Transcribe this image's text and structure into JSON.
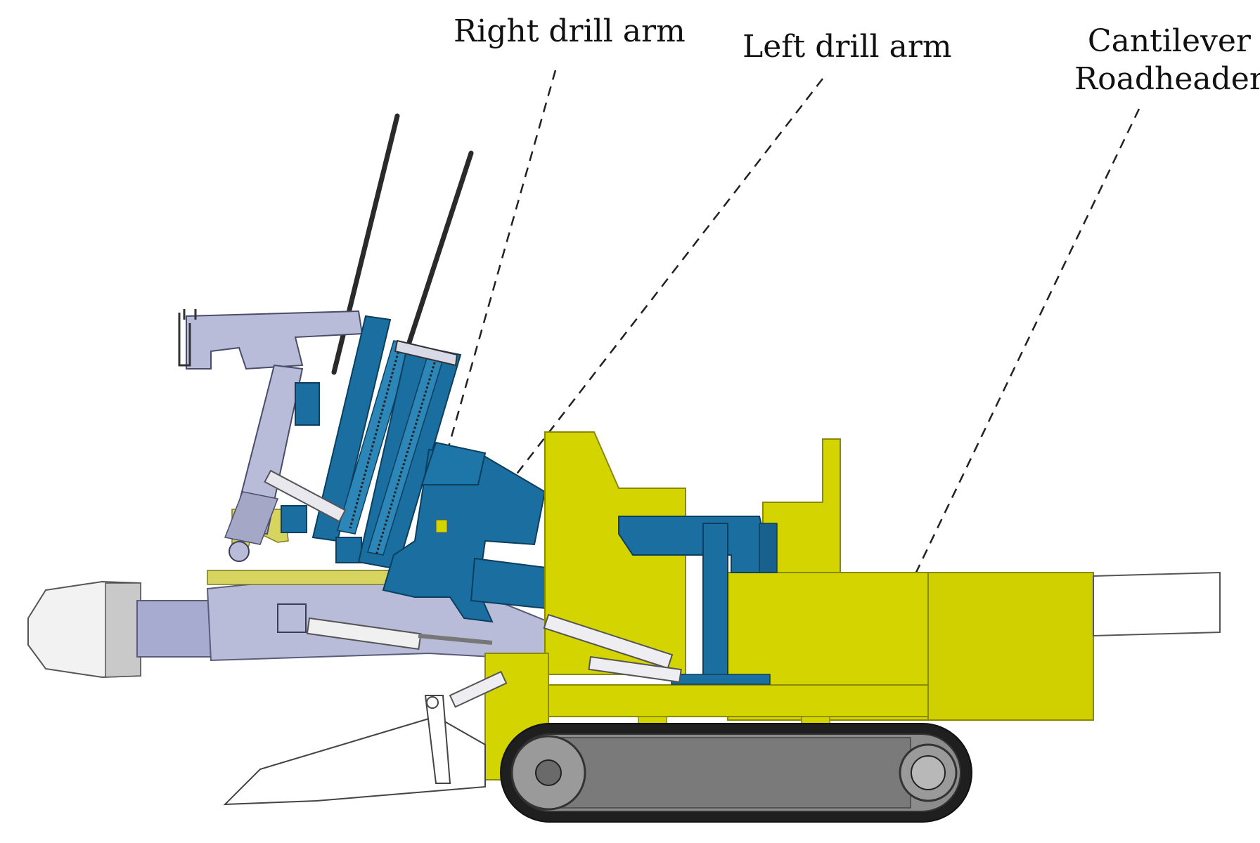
{
  "labels": {
    "right_drill_arm": "Right drill arm",
    "left_drill_arm": "Left drill arm",
    "cantilever_line1": "Cantilever",
    "cantilever_line2": "Roadheader"
  },
  "colors": {
    "yellow_body": "#d4d400",
    "yellow_edge": "#8a8a00",
    "blue_arm": "#1a6ea0",
    "blue_edge": "#0c3e5e",
    "lavender": "#b9bcd9",
    "lavender_edge": "#5a5c7a",
    "grey_track": "#7a7a7a",
    "dark_track": "#2a2a2a",
    "white_part": "#f2f2f2",
    "leader_line": "#222222"
  }
}
